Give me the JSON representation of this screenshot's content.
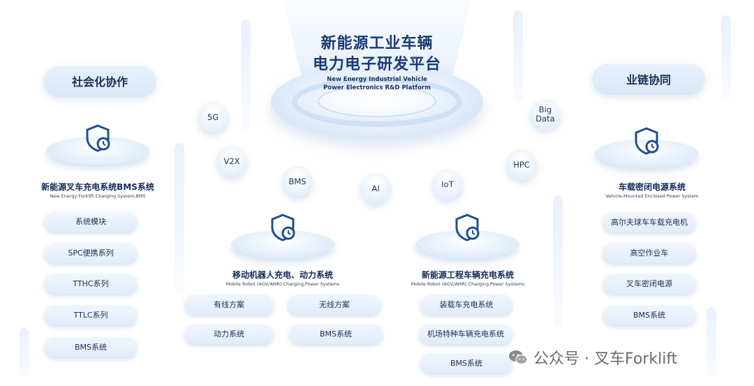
{
  "center": {
    "title_line1": "新能源工业车辆",
    "title_line2": "电力电子研发平台",
    "en_line1": "New Energy Industrial Vehicle",
    "en_line2": "Power Electronics R&D Platform"
  },
  "side_labels": {
    "left": "社会化协作",
    "right": "业链协同"
  },
  "technologies": [
    "5G",
    "V2X",
    "BMS",
    "AI",
    "IoT",
    "HPC",
    "Big\nData"
  ],
  "nodes": [
    {
      "title": "新能源叉车充电系统BMS系统",
      "subtitle": "New Energy Forklift Charging System,BMS",
      "items": [
        "系统模块",
        "SPC便携系列",
        "TTHC系列",
        "TTLC系列",
        "BMS系统"
      ]
    },
    {
      "title": "移动机器人充电、动力系统",
      "subtitle": "Mobile Robot (AGV/AMR) Charging,Power Systems",
      "items": [
        "有线方案",
        "无线方案",
        "动力系统",
        "BMS系统"
      ]
    },
    {
      "title": "新能源工程车辆充电系统",
      "subtitle": "Mobile Robot (AGV/AMR) Charging,Power Systems",
      "items": [
        "装载车充电系统",
        "机场特种车辆充电系统",
        "BMS系统"
      ]
    },
    {
      "title": "车载密闭电源系统",
      "subtitle": "Vehicle-Mounted Enclosed Power System",
      "items": [
        "高尔夫球车车载充电机",
        "高空作业车",
        "叉车密闭电源",
        "BMS系统"
      ]
    }
  ],
  "watermark": {
    "text": "公众号 · 叉车Forklift",
    "icon": "wechat-icon"
  },
  "colors": {
    "accent": "#1f4f8f",
    "surface": "#e3eefa",
    "text": "#152c5a"
  }
}
